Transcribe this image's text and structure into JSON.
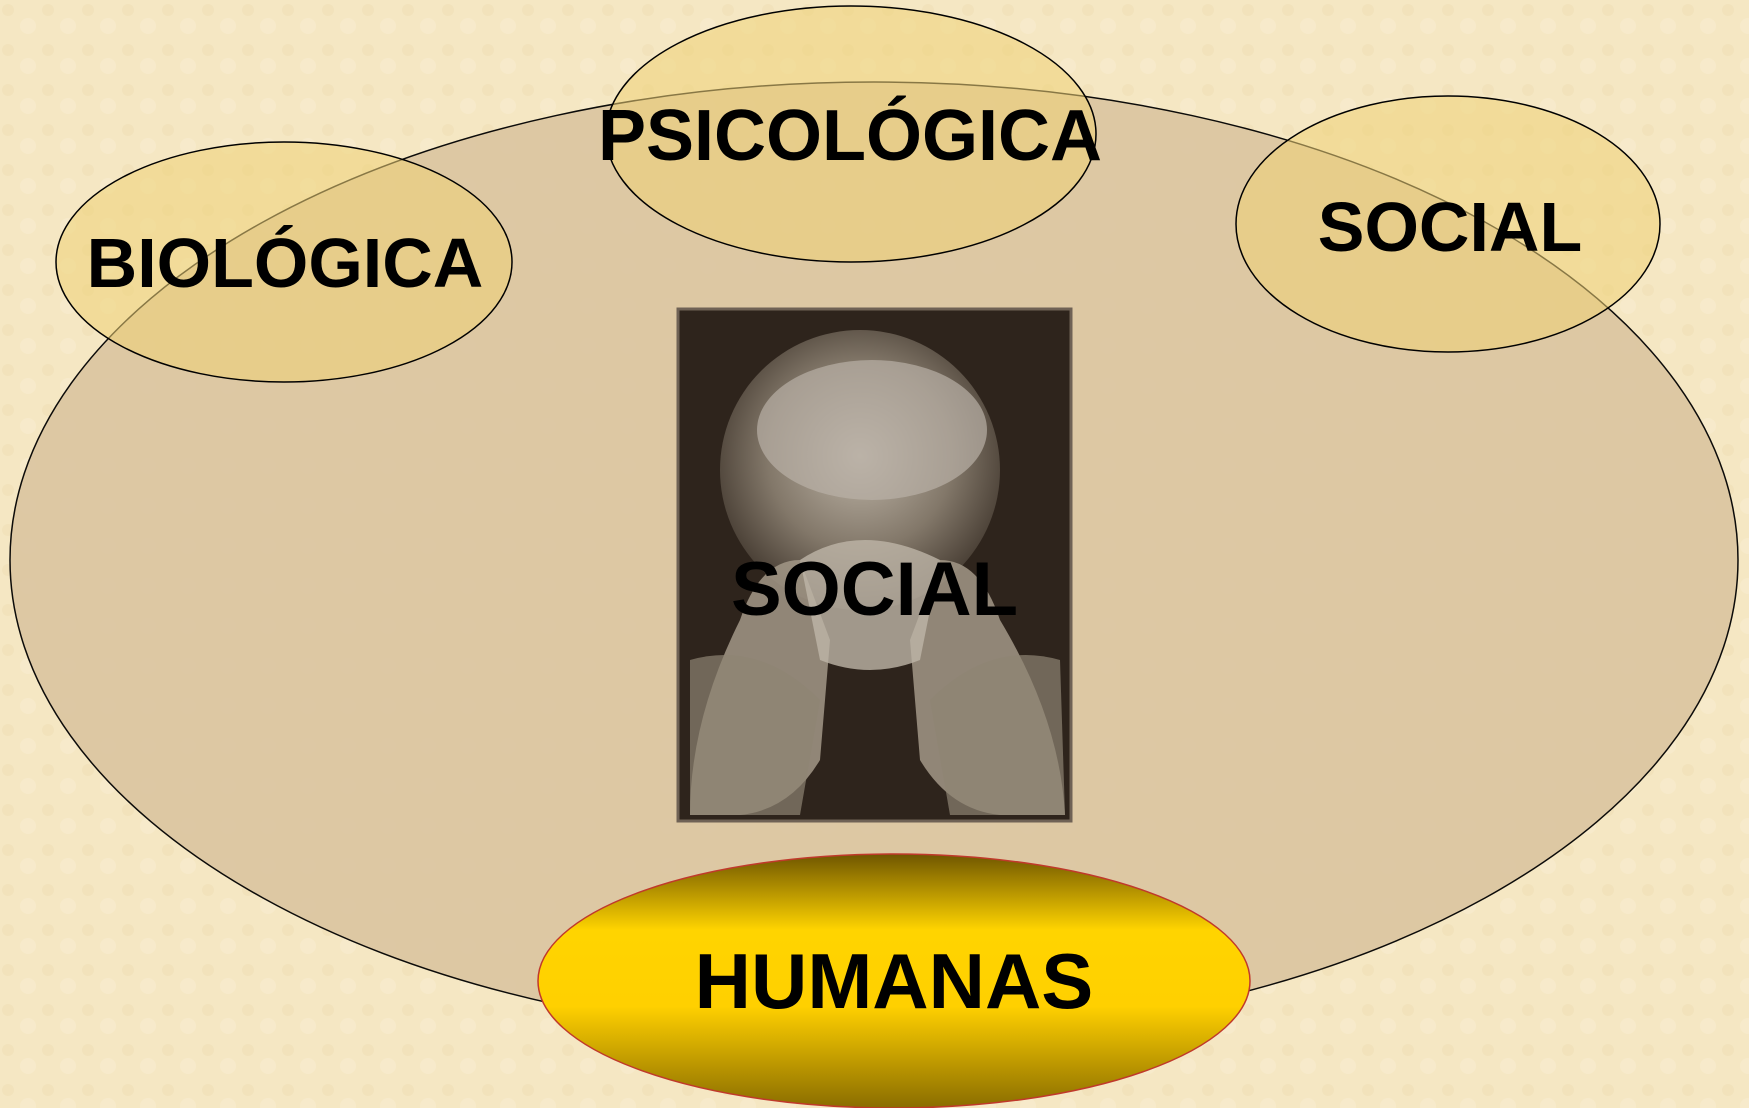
{
  "colors": {
    "background": "#f5e7c3",
    "main_ellipse_fill": "#dcc7a2",
    "small_ellipse_fill": "#efd276",
    "humanas_fill_top": "#ffd400",
    "humanas_fill_bottom": "#8a6d00",
    "stroke": "#000000"
  },
  "labels": {
    "psicologica": "PSICOLÓGICA",
    "biologica": "BIOLÓGICA",
    "social_top": "SOCIAL",
    "social_center": "SOCIAL",
    "humanas": "HUMANAS"
  },
  "photo": {
    "subject": "child-covering-eyes-photo"
  }
}
